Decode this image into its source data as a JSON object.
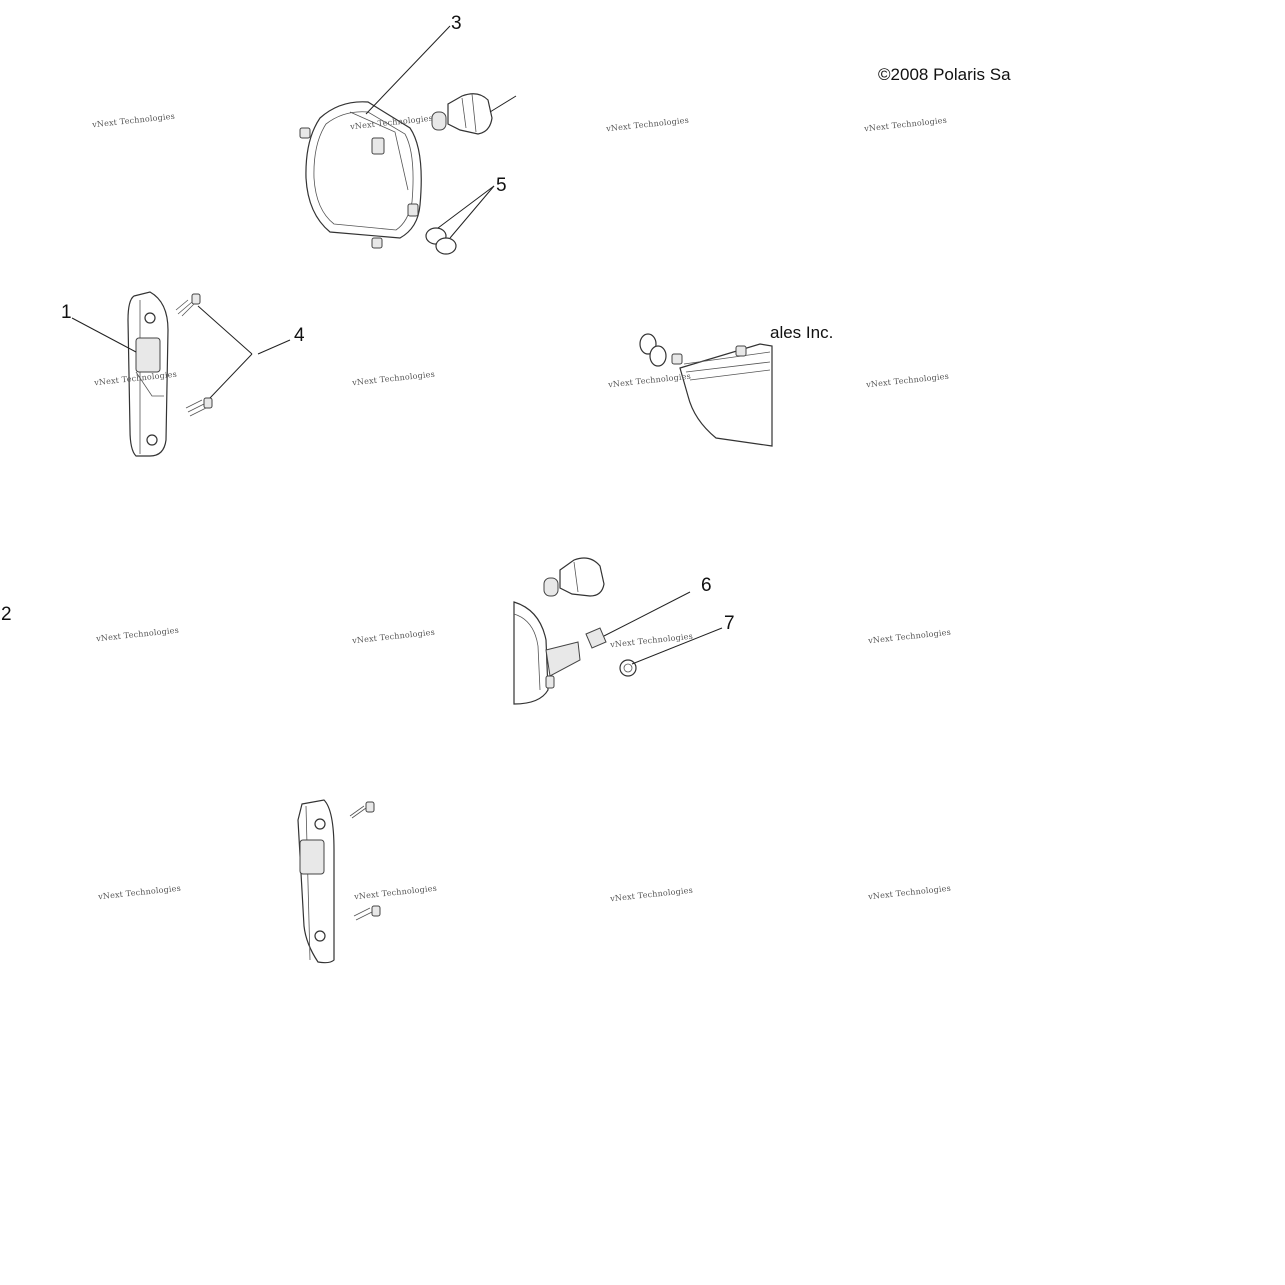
{
  "copyright": {
    "top": "2008 Polaris Sa",
    "bottom": "ales Inc."
  },
  "callouts": [
    {
      "id": "c1",
      "label": "1"
    },
    {
      "id": "c2",
      "label": "2"
    },
    {
      "id": "c3",
      "label": "3"
    },
    {
      "id": "c4",
      "label": "4"
    },
    {
      "id": "c5",
      "label": "5"
    },
    {
      "id": "c6",
      "label": "6"
    },
    {
      "id": "c7",
      "label": "7"
    }
  ],
  "watermark": {
    "text": "vNext Technologies"
  }
}
